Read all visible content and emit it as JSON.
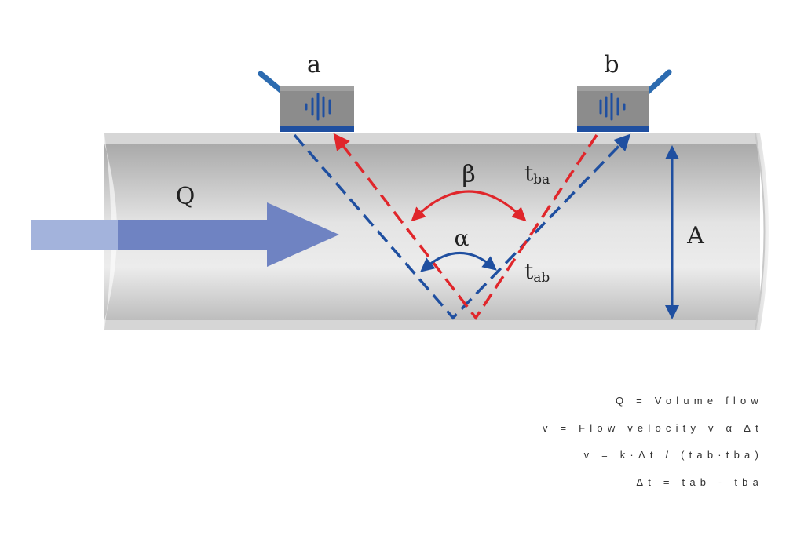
{
  "labels": {
    "transducer_a": "a",
    "transducer_b": "b",
    "flow": "Q",
    "diameter": "A",
    "beta": "β",
    "alpha": "α",
    "t_ba": {
      "main": "t",
      "sub": "ba"
    },
    "t_ab": {
      "main": "t",
      "sub": "ab"
    }
  },
  "legend": [
    "Q = Volume flow",
    "v = Flow velocity v α Δt",
    "v = k·Δt / (tab·tba)",
    "Δt = tab - tba"
  ],
  "colors": {
    "blue": "#1f4fa0",
    "red": "#e0262b",
    "flow_arrow": "#6f83c2",
    "pipe": "#d0d0d0",
    "transducer": "#8c8c8c"
  }
}
